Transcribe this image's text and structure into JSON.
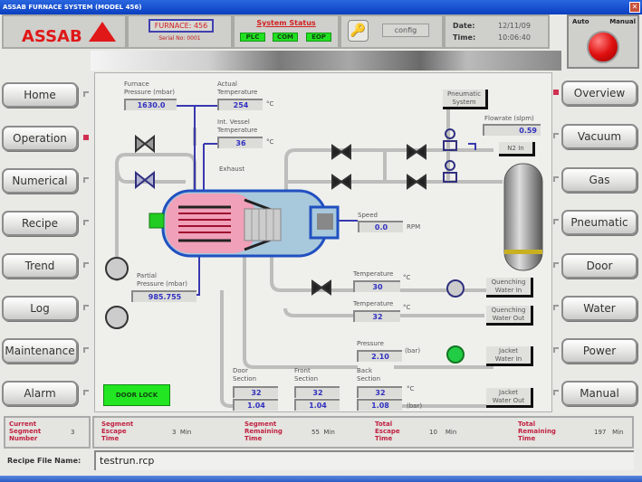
{
  "window": {
    "title": "ASSAB FURNACE SYSTEM (MODEL 456)",
    "close_glyph": "✕"
  },
  "header": {
    "logo_text": "ASSAB",
    "furnace_label": "FURNACE: 456",
    "serial": "Serial No: 0001",
    "system_status": {
      "title": "System Status",
      "indicators": [
        {
          "label": "PLC",
          "color": "#22e022"
        },
        {
          "label": "COM",
          "color": "#22e022"
        },
        {
          "label": "EOP",
          "color": "#22e022"
        }
      ]
    },
    "key_icon": "🔑",
    "config_label": "config",
    "date_label": "Date:",
    "date_value": "12/11/09",
    "time_label": "Time:",
    "time_value": "10:06:40",
    "mode_auto": "Auto",
    "mode_manual": "Manual"
  },
  "left_nav": [
    {
      "label": "Home",
      "active": false
    },
    {
      "label": "Operation",
      "active": true
    },
    {
      "label": "Numerical",
      "active": false
    },
    {
      "label": "Recipe",
      "active": false
    },
    {
      "label": "Trend",
      "active": false
    },
    {
      "label": "Log",
      "active": false
    },
    {
      "label": "Maintenance",
      "active": false
    },
    {
      "label": "Alarm",
      "active": false
    }
  ],
  "right_nav": [
    {
      "label": "Overview",
      "active": true
    },
    {
      "label": "Vacuum",
      "active": false
    },
    {
      "label": "Gas",
      "active": false
    },
    {
      "label": "Pneumatic",
      "active": false
    },
    {
      "label": "Door",
      "active": false
    },
    {
      "label": "Water",
      "active": false
    },
    {
      "label": "Power",
      "active": false
    },
    {
      "label": "Manual",
      "active": false
    }
  ],
  "process": {
    "furnace_pressure": {
      "label1": "Furnace",
      "label2": "Pressure (mbar)",
      "value": "1630.0"
    },
    "actual_temperature": {
      "label1": "Actual",
      "label2": "Temperature",
      "value": "254",
      "unit": "°C"
    },
    "vessel_temperature": {
      "label1": "Int. Vessel",
      "label2": "Temperature",
      "value": "36",
      "unit": "°C"
    },
    "exhaust_label": "Exhaust",
    "pneumatic_system": {
      "line1": "Pneumatic",
      "line2": "System"
    },
    "flowrate": {
      "label": "Flowrate (slpm)",
      "value": "0.59"
    },
    "n2_in": "N2 In",
    "speed": {
      "label": "Speed",
      "value": "0.0",
      "unit": "RPM"
    },
    "partial_pressure": {
      "label1": "Partial",
      "label2": "Pressure (mbar)",
      "value": "985.755"
    },
    "quench_in_temp": {
      "label": "Temperature",
      "value": "30",
      "unit": "°C"
    },
    "quench_out_temp": {
      "label": "Temperature",
      "value": "32",
      "unit": "°C"
    },
    "quench_in_tag": {
      "line1": "Quenching",
      "line2": "Water In"
    },
    "quench_out_tag": {
      "line1": "Quenching",
      "line2": "Water Out"
    },
    "jacket_pressure": {
      "label": "Pressure",
      "value": "2.10",
      "unit": "(bar)"
    },
    "jacket_in_tag": {
      "line1": "Jacket",
      "line2": "Water In"
    },
    "jacket_out_tag": {
      "line1": "Jacket",
      "line2": "Water Out"
    },
    "door_section": {
      "label1": "Door",
      "label2": "Section",
      "temp": "32",
      "pressure": "1.04"
    },
    "front_section": {
      "label1": "Front",
      "label2": "Section",
      "temp": "32",
      "pressure": "1.04"
    },
    "back_section": {
      "label1": "Back",
      "label2": "Section",
      "temp": "32",
      "pressure": "1.08"
    },
    "section_temp_unit": "°C",
    "section_pressure_unit": "(bar)",
    "door_lock": "DOOR LOCK"
  },
  "status_bar": {
    "current_segment": {
      "label": [
        "Current",
        "Segment",
        "Number"
      ],
      "value": "3",
      "unit": ""
    },
    "segment_escape": {
      "label": [
        "Segment",
        "Escape",
        "Time"
      ],
      "value": "3",
      "unit": "Min"
    },
    "segment_remaining": {
      "label": [
        "Segment",
        "Remaining",
        "Time"
      ],
      "value": "55",
      "unit": "Min"
    },
    "total_escape": {
      "label": [
        "Total",
        "Escape",
        "Time"
      ],
      "value": "10",
      "unit": "Min"
    },
    "total_remaining": {
      "label": [
        "Total",
        "Remaining",
        "Time"
      ],
      "value": "197",
      "unit": "Min"
    }
  },
  "recipe": {
    "label": "Recipe File Name:",
    "value": "testrun.rcp"
  }
}
